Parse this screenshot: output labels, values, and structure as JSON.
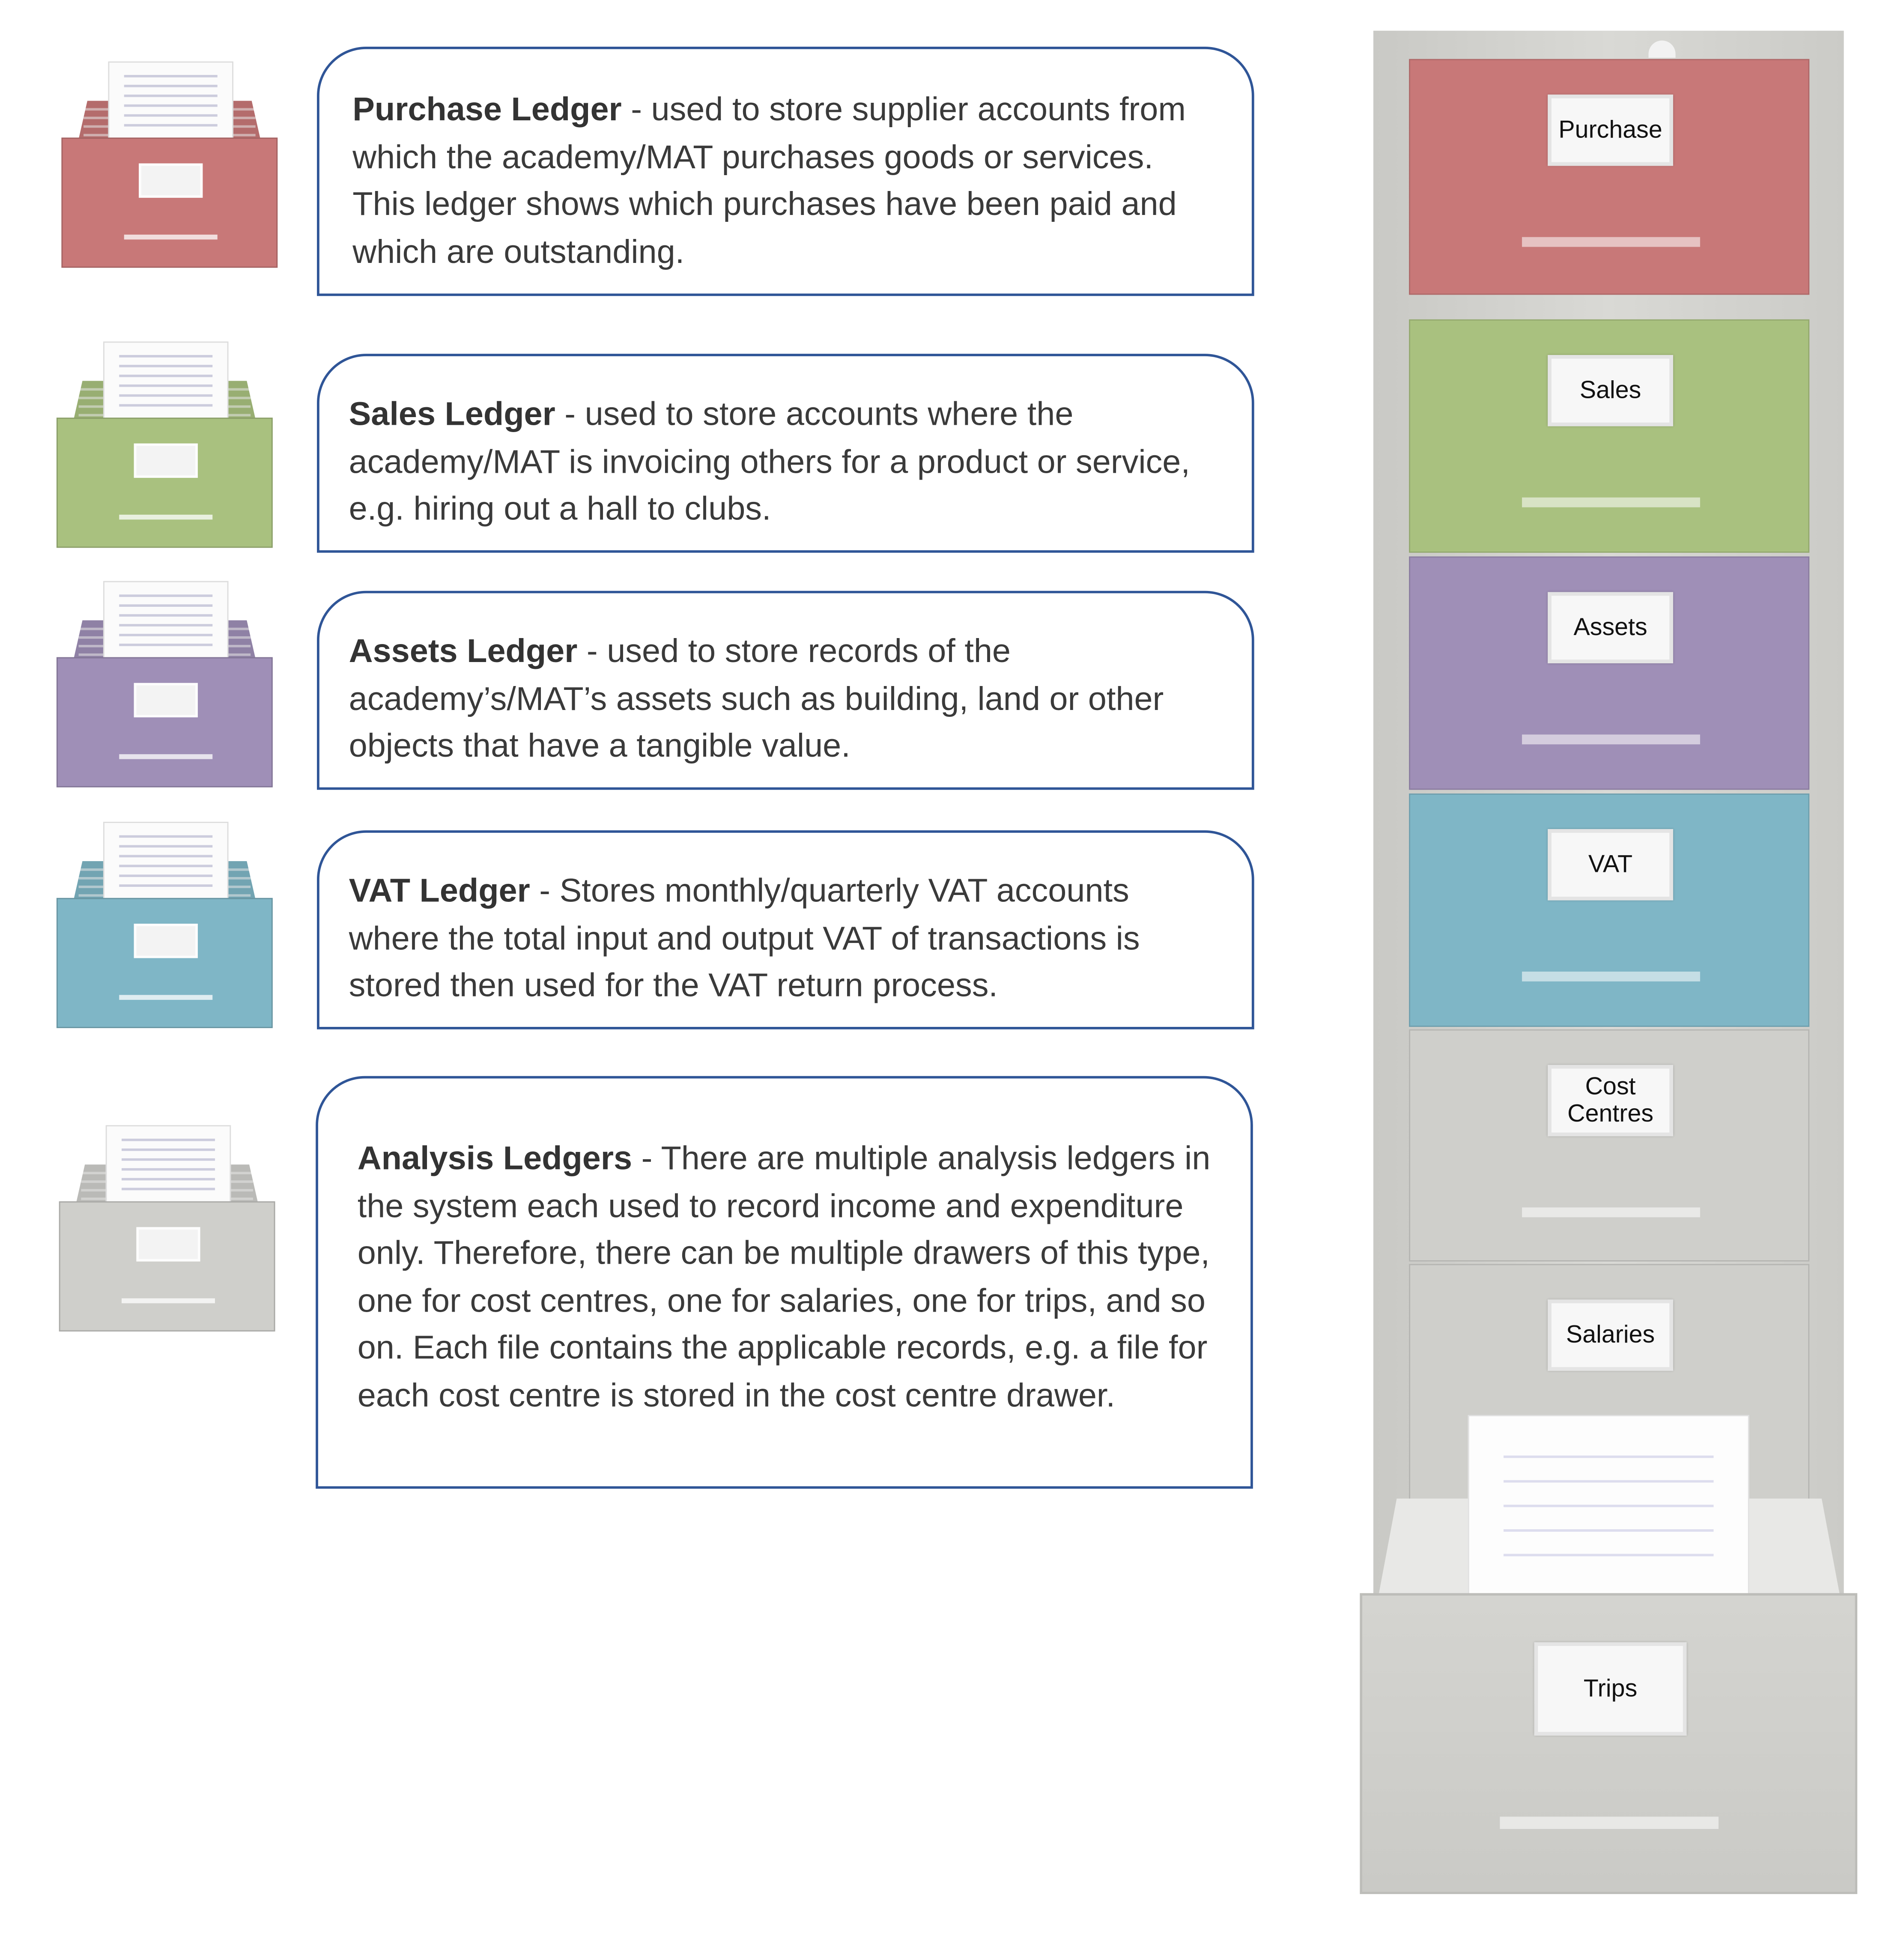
{
  "ledgers": [
    {
      "title": "Purchase Ledger",
      "text": " - used to store supplier accounts from which the academy/MAT purchases goods or services. This ledger shows which purchases have been paid and which are outstanding.",
      "color": "#c87878"
    },
    {
      "title": "Sales Ledger",
      "text": " - used to store accounts where the academy/MAT is invoicing others for a product or service, e.g. hiring out a hall to clubs.",
      "color": "#a9c17f"
    },
    {
      "title": "Assets Ledger",
      "text": " - used to store records of the academy’s/MAT’s assets such as building, land or other objects that have a tangible value.",
      "color": "#9f8fb7"
    },
    {
      "title": "VAT Ledger",
      "text": " - Stores monthly/quarterly VAT accounts where the total input and output VAT of transactions is stored then used for the VAT return process.",
      "color": "#7fb6c6"
    },
    {
      "title": "Analysis Ledgers",
      "text": " - There are multiple analysis ledgers in the system each used to record income and expenditure only. Therefore, there can be multiple drawers of this type, one for cost centres, one for salaries, one for trips, and so on. Each file contains the applicable records, e.g. a file for each cost centre is stored in the cost centre drawer.",
      "color": "#cfcfcb"
    }
  ],
  "cabinet": {
    "drawers": [
      {
        "label": "Purchase",
        "color": "#c87878"
      },
      {
        "label": "Sales",
        "color": "#a9c17f"
      },
      {
        "label": "Assets",
        "color": "#9f8fb7"
      },
      {
        "label": "VAT",
        "color": "#7fb6c6"
      },
      {
        "label": "Cost Centres",
        "color": "#cfcfcb"
      },
      {
        "label": "Salaries",
        "color": "#cfcfcb"
      }
    ],
    "open_drawer": {
      "label": "Trips",
      "color": "#cfcfcb"
    }
  }
}
